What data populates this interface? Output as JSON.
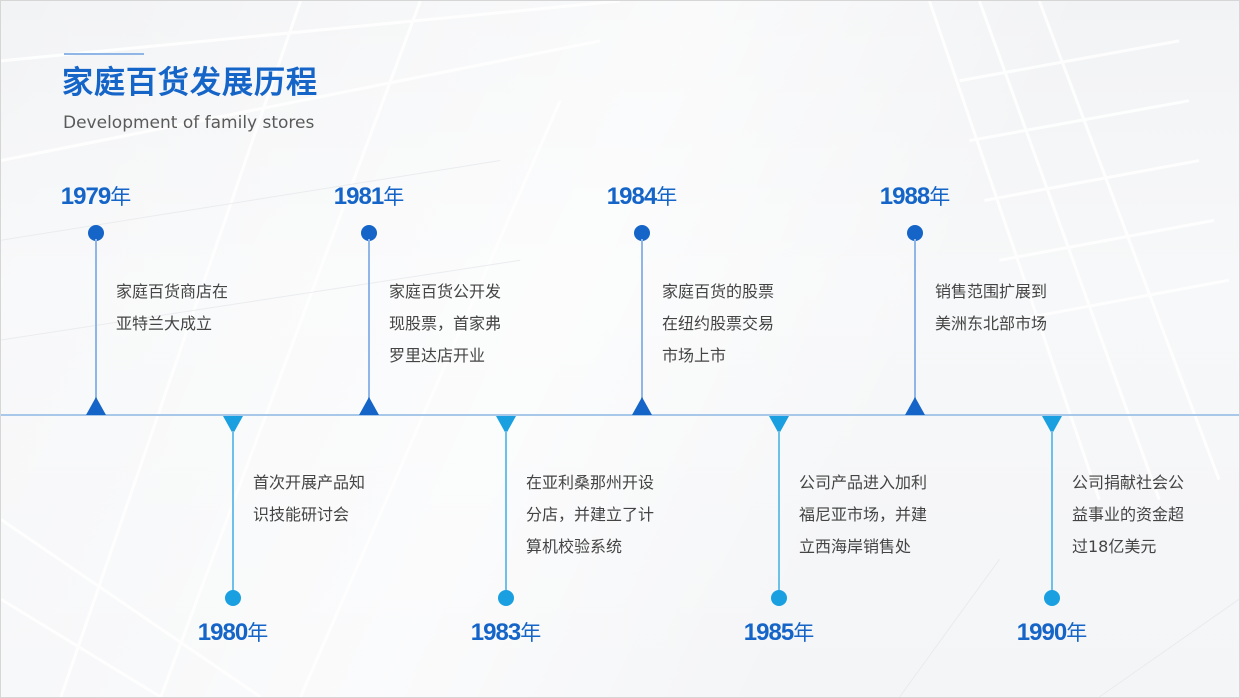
{
  "header": {
    "title": "家庭百货发展历程",
    "subtitle": "Development of family stores"
  },
  "colors": {
    "primary": "#1565c8",
    "secondary": "#1aa0e0",
    "axis": "#a8c8ea",
    "text": "#444444"
  },
  "timeline": {
    "top": [
      {
        "year": "1979",
        "unit": "年",
        "lines": [
          "家庭百货商店在",
          "亚特兰大成立"
        ]
      },
      {
        "year": "1981",
        "unit": "年",
        "lines": [
          "家庭百货公开发",
          "现股票，首家弗",
          "罗里达店开业"
        ]
      },
      {
        "year": "1984",
        "unit": "年",
        "lines": [
          "家庭百货的股票",
          "在纽约股票交易",
          "市场上市"
        ]
      },
      {
        "year": "1988",
        "unit": "年",
        "lines": [
          "销售范围扩展到",
          "美洲东北部市场"
        ]
      }
    ],
    "bottom": [
      {
        "year": "1980",
        "unit": "年",
        "lines": [
          "首次开展产品知",
          "识技能研讨会"
        ]
      },
      {
        "year": "1983",
        "unit": "年",
        "lines": [
          "在亚利桑那州开设",
          "分店，并建立了计",
          "算机校验系统"
        ]
      },
      {
        "year": "1985",
        "unit": "年",
        "lines": [
          "公司产品进入加利",
          "福尼亚市场，并建",
          "立西海岸销售处"
        ]
      },
      {
        "year": "1990",
        "unit": "年",
        "lines": [
          "公司捐献社会公",
          "益事业的资金超",
          "过18亿美元"
        ]
      }
    ]
  }
}
